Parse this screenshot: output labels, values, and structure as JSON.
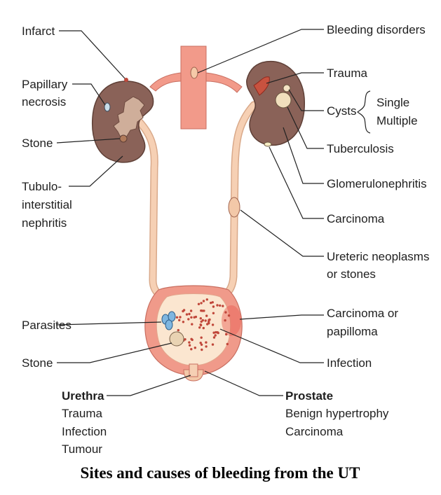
{
  "labels": {
    "infarct": "Infarct",
    "papillary_1": "Papillary",
    "papillary_2": "necrosis",
    "stone_kidney": "Stone",
    "tubulo_1": "Tubulo-",
    "tubulo_2": "interstitial",
    "tubulo_3": "nephritis",
    "bleeding": "Bleeding disorders",
    "trauma": "Trauma",
    "cysts": "Cysts",
    "single": "Single",
    "multiple": "Multiple",
    "tuberculosis": "Tuberculosis",
    "glomerulo": "Glomerulonephritis",
    "carcinoma": "Carcinoma",
    "ureteric_1": "Ureteric neoplasms",
    "ureteric_2": "or stones",
    "parasites": "Parasites",
    "stone_bladder": "Stone",
    "carc_papilloma_1": "Carcinoma or",
    "carc_papilloma_2": "papilloma",
    "infection_bladder": "Infection"
  },
  "urethra": {
    "title": "Urethra",
    "items": [
      "Trauma",
      "Infection",
      "Tumour"
    ]
  },
  "prostate": {
    "title": "Prostate",
    "items": [
      "Benign hypertrophy",
      "Carcinoma"
    ]
  },
  "caption": "Sites and causes of bleeding from the UT",
  "colors": {
    "kidney_fill": "#8a6258",
    "kidney_stroke": "#5e3f36",
    "vessel": "#f29a8a",
    "ureter": "#f6d0b4",
    "bladder_outer": "#f09a8a",
    "bladder_inner": "#fbe6d0",
    "dots": "#c0473a"
  }
}
